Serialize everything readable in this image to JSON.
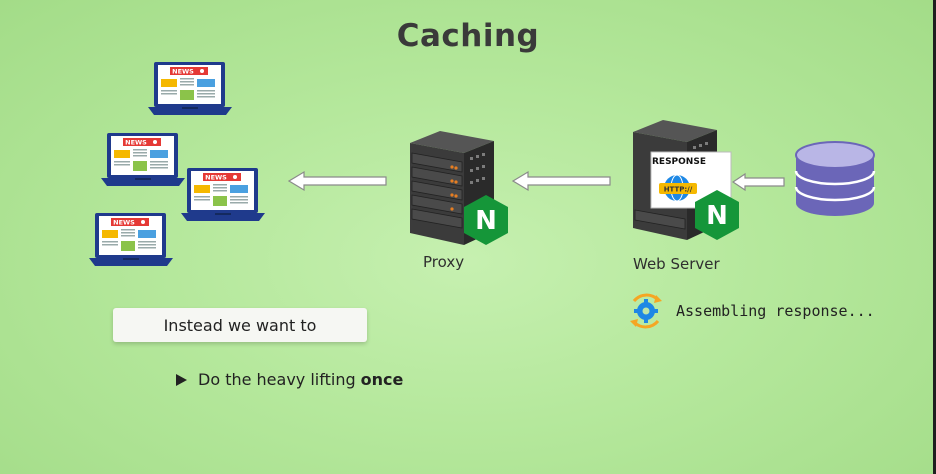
{
  "title": "Caching",
  "laptops": [
    {
      "badge": "NEWS"
    },
    {
      "badge": "NEWS"
    },
    {
      "badge": "NEWS"
    },
    {
      "badge": "NEWS"
    }
  ],
  "proxy": {
    "label": "Proxy",
    "logo": "N"
  },
  "web_server": {
    "label": "Web Server",
    "logo": "N",
    "response_label": "RESPONSE",
    "http_label": "HTTP://"
  },
  "database": {
    "icon": "database-icon"
  },
  "callout": {
    "text": "Instead we want to"
  },
  "bullet": {
    "text": "Do the heavy lifting",
    "emphasis": "once"
  },
  "status": {
    "text": "Assembling response...",
    "icon": "gears-cycle-icon"
  },
  "colors": {
    "nginx_green": "#159639",
    "server_dark": "#3b3b3b",
    "laptop_blue": "#1f3a8c",
    "badge_red": "#e53935",
    "db_purple": "#6b66b8"
  }
}
